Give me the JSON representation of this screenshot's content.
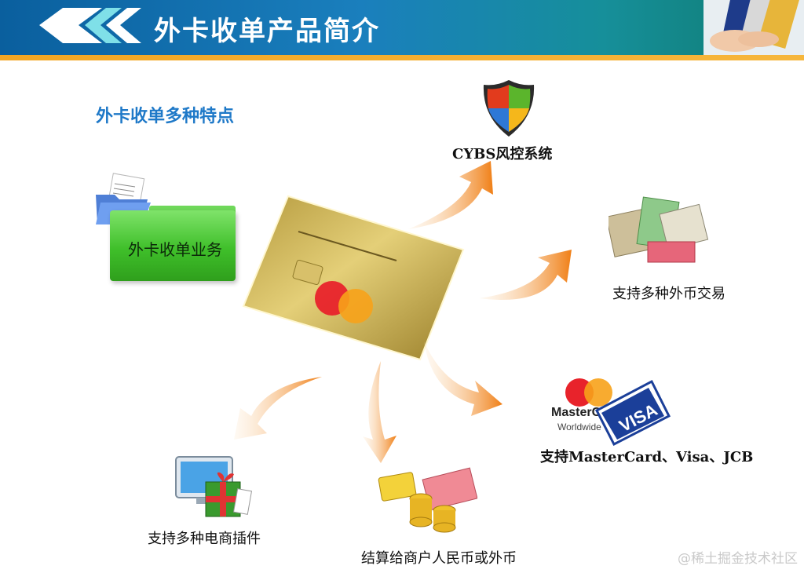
{
  "header": {
    "title": "外卡收单产品简介"
  },
  "subtitle": "外卡收单多种特点",
  "center": {
    "box_label": "外卡收单业务"
  },
  "features": [
    {
      "id": "risk",
      "label": "CYBS风控系统",
      "icon": "shield-icon"
    },
    {
      "id": "currency",
      "label": "支持多种外币交易",
      "icon": "banknotes-icon"
    },
    {
      "id": "cards",
      "label": "支持MasterCard、Visa、JCB",
      "icon": "card-logos-icon"
    },
    {
      "id": "settle",
      "label": "结算给商户人民币或外币",
      "icon": "coins-icon"
    },
    {
      "id": "plugin",
      "label": "支持多种电商插件",
      "icon": "computer-gift-icon"
    }
  ],
  "watermark": "@稀土掘金技术社区",
  "colors": {
    "header_blue": "#1a7fbd",
    "header_teal": "#0f7a6e",
    "stripe_orange": "#f3a623",
    "subtitle_blue": "#1f79c8",
    "box_green": "#3fbf2a",
    "arrow_orange": "#f28a1e"
  }
}
